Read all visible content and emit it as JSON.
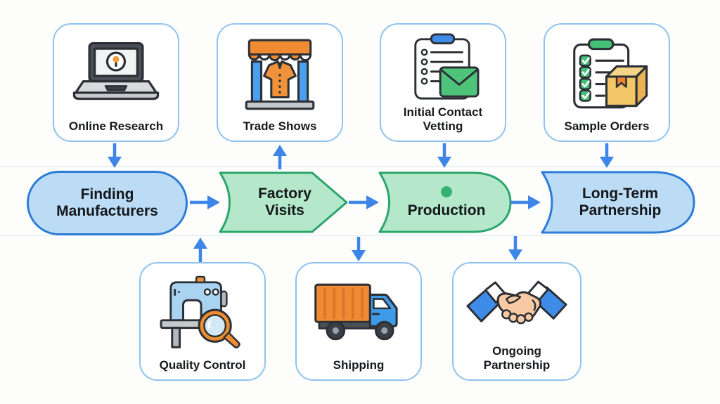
{
  "diagram_type": "process-flow",
  "top_row": [
    {
      "label": "Online Research",
      "icon": "laptop-search-icon"
    },
    {
      "label": "Trade Shows",
      "icon": "storefront-icon"
    },
    {
      "label": "Initial Contact Vetting",
      "icon": "clipboard-envelope-icon"
    },
    {
      "label": "Sample Orders",
      "icon": "checklist-package-icon"
    }
  ],
  "flow_row": [
    {
      "label": "Finding Manufacturers",
      "shape": "stadium",
      "color": "blue"
    },
    {
      "label": "Factory Visits",
      "shape": "chevron",
      "color": "green"
    },
    {
      "label": "Production",
      "shape": "round-right",
      "color": "green",
      "has_dot": true
    },
    {
      "label": "Long-Term Partnership",
      "shape": "round-right",
      "color": "blue"
    }
  ],
  "bottom_row": [
    {
      "label": "Quality Control",
      "icon": "sewing-machine-magnifier-icon"
    },
    {
      "label": "Shipping",
      "icon": "delivery-truck-icon"
    },
    {
      "label": "Ongoing Partnership",
      "icon": "handshake-icon"
    }
  ],
  "connections": [
    {
      "from": "Online Research",
      "to": "Finding Manufacturers",
      "direction": "down"
    },
    {
      "from": "Factory Visits",
      "to": "Trade Shows",
      "direction": "up"
    },
    {
      "from": "Initial Contact Vetting",
      "to": "Production",
      "direction": "down"
    },
    {
      "from": "Sample Orders",
      "to": "Long-Term Partnership",
      "direction": "down"
    },
    {
      "from": "Finding Manufacturers",
      "to": "Factory Visits",
      "direction": "right"
    },
    {
      "from": "Factory Visits",
      "to": "Production",
      "direction": "right"
    },
    {
      "from": "Production",
      "to": "Long-Term Partnership",
      "direction": "right"
    },
    {
      "from": "Quality Control",
      "to": "flow-row",
      "direction": "up"
    },
    {
      "from": "flow-row",
      "to": "Shipping",
      "direction": "down"
    },
    {
      "from": "flow-row",
      "to": "Ongoing Partnership",
      "direction": "down"
    }
  ],
  "colors": {
    "blue_fill": "#bcdcf6",
    "blue_border": "#2e7cd6",
    "green_fill": "#b5e8ca",
    "green_border": "#2ba56c",
    "box_border": "#8fc2f0",
    "arrow": "#3d85e8",
    "text": "#16181b",
    "background": "#fdfdfc"
  }
}
